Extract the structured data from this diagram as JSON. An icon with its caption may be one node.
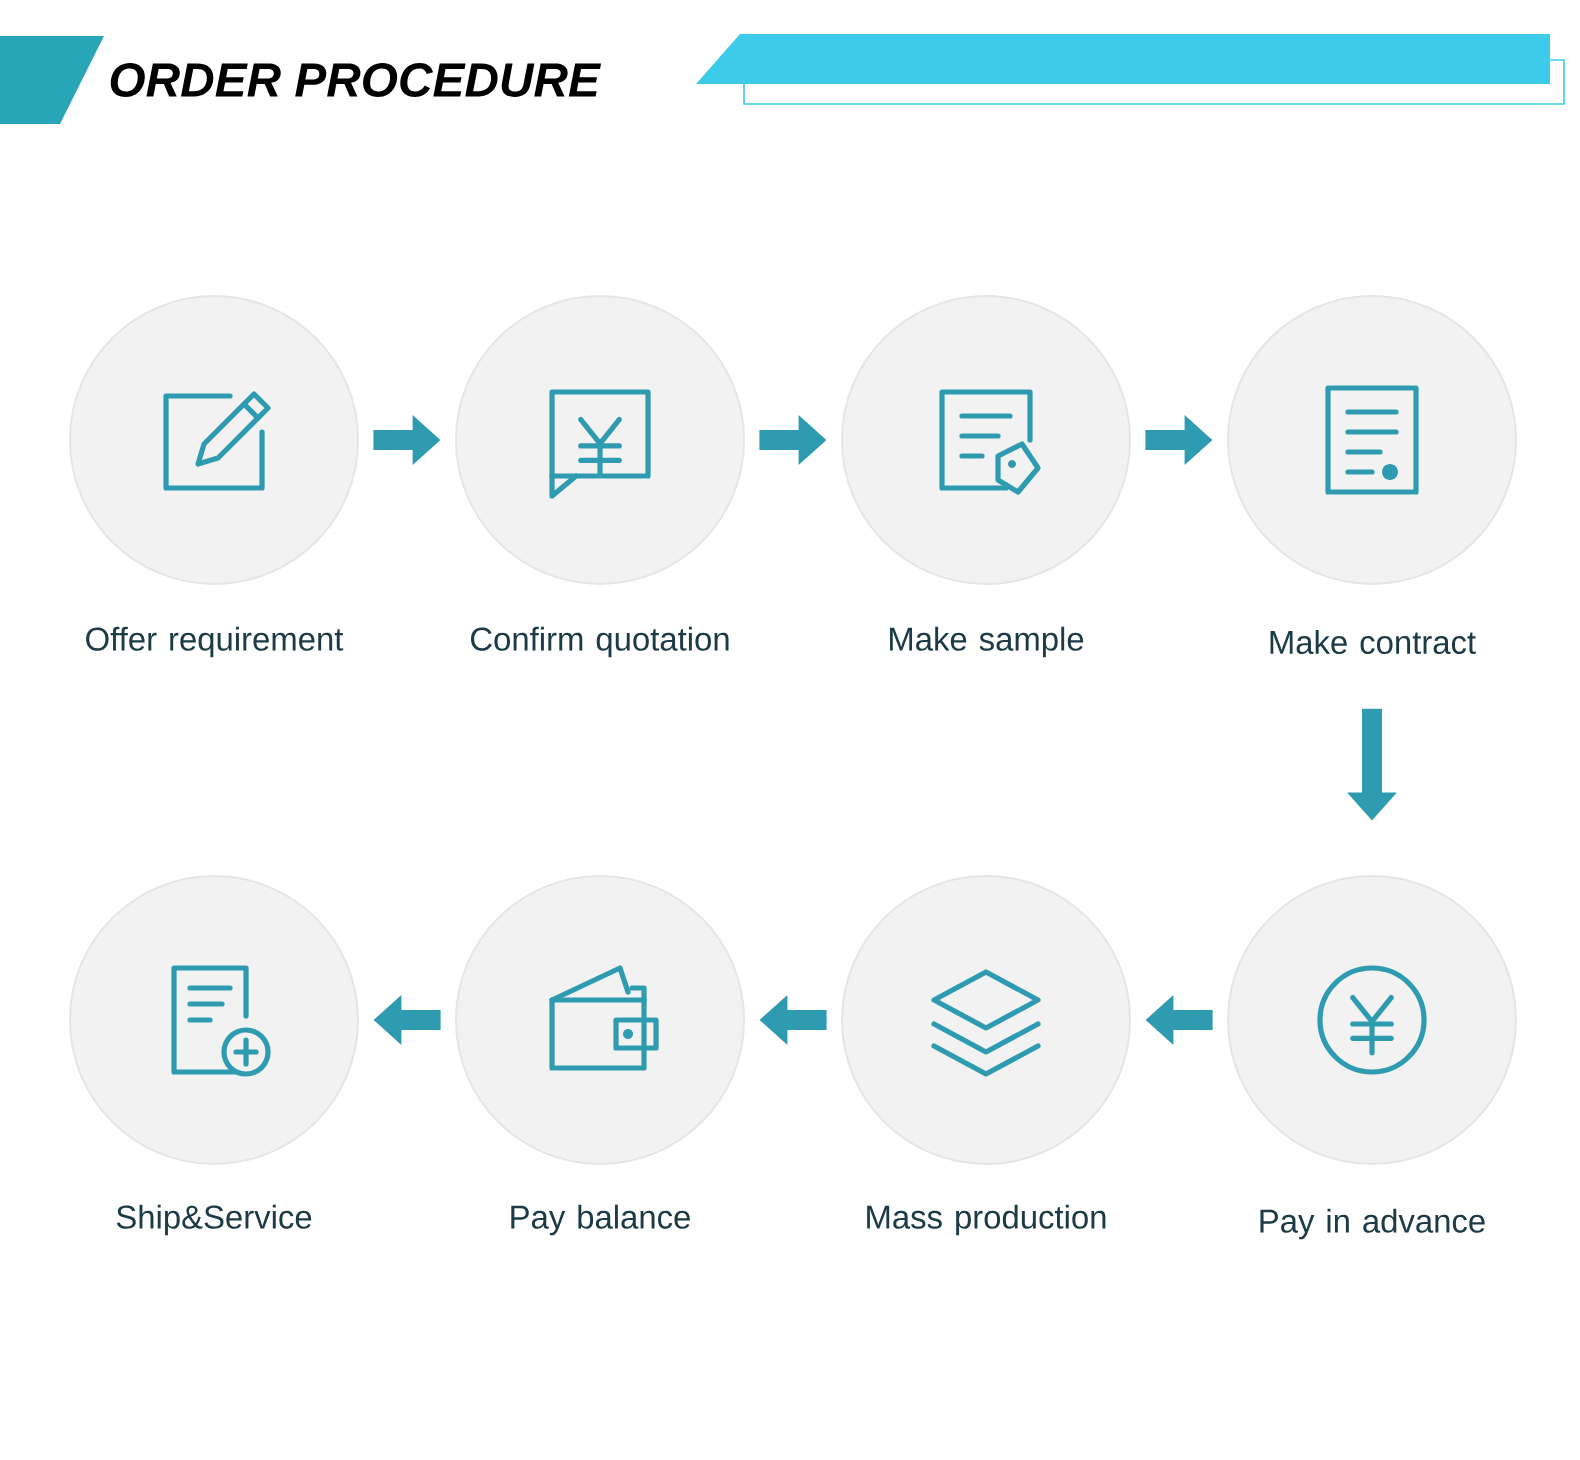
{
  "diagram": {
    "title": "ORDER PROCEDURE",
    "nodes": [
      {
        "text": [
          "Offer requirement"
        ]
      },
      {
        "text": [
          "Confirm quotation"
        ]
      },
      {
        "text": [
          "Make sample"
        ]
      },
      {
        "text": [
          "Make contract"
        ]
      },
      {
        "text": [
          "Pay in advance"
        ]
      },
      {
        "text": [
          "Mass production"
        ]
      },
      {
        "text": [
          "Pay balance"
        ]
      },
      {
        "text": [
          "Ship&Service"
        ]
      }
    ],
    "edges": [
      {
        "from": 0,
        "to": 1,
        "arrow": "to"
      },
      {
        "from": 1,
        "to": 2,
        "arrow": "to"
      },
      {
        "from": 2,
        "to": 3,
        "arrow": "to"
      },
      {
        "from": 3,
        "to": 4,
        "arrow": "to"
      },
      {
        "from": 4,
        "to": 5,
        "arrow": "to"
      },
      {
        "from": 5,
        "to": 6,
        "arrow": "to"
      },
      {
        "from": 6,
        "to": 7,
        "arrow": "to"
      }
    ]
  }
}
